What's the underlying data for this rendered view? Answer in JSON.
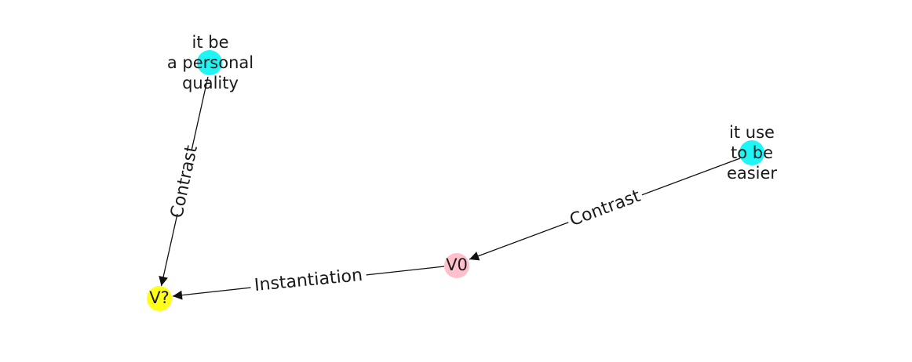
{
  "nodes": {
    "v_unknown": {
      "label": "V?",
      "color": "#ffff1a"
    },
    "v0": {
      "label": "V0",
      "color": "#ffc0cb"
    },
    "personal_quality": {
      "lines": [
        "it be",
        "a personal",
        "quality"
      ],
      "color": "#1ff5f5"
    },
    "use_to_be_easier": {
      "lines": [
        "it use",
        "to be",
        "easier"
      ],
      "color": "#1ff5f5"
    }
  },
  "edges": {
    "personal_quality_to_v_unknown": {
      "label": "Contrast"
    },
    "easier_to_v0": {
      "label": "Contrast"
    },
    "v0_to_v_unknown": {
      "label": "Instantiation"
    }
  }
}
